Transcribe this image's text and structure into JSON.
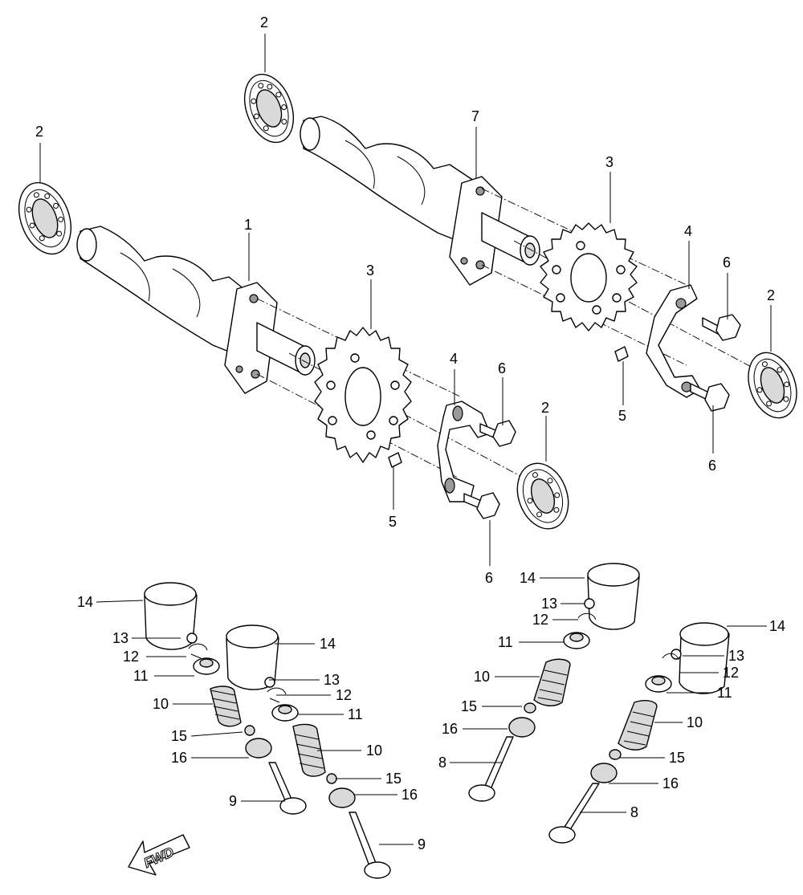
{
  "labels": {
    "camshaft_lower": "1",
    "bearing_label": "2",
    "sprocket_label": "3",
    "plate_label": "4",
    "dowel_label": "5",
    "bolt_label": "6",
    "camshaft_upper": "7",
    "valve_a_label": "8",
    "valve_b_label": "9",
    "spring_label": "10",
    "retainer_label": "11",
    "cotter_label": "12",
    "shim_label": "13",
    "tappet_label": "14",
    "seal_label": "15",
    "seat_label": "16"
  },
  "direction": {
    "fwd": "FWD"
  }
}
